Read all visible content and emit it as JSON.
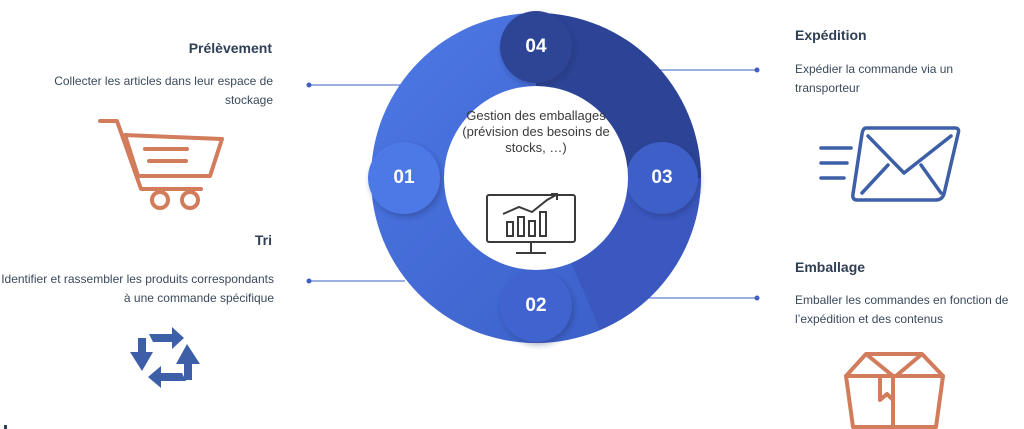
{
  "center": {
    "text": "Gestion des emballages (prévision des besoins de stocks, …)",
    "icon": "monitor-chart-icon"
  },
  "steps": {
    "s01": {
      "number": "01",
      "title": "Prélèvement",
      "description": "Collecter les articles dans leur espace de stockage",
      "icon": "shopping-cart-icon"
    },
    "s02": {
      "number": "02",
      "title": "Tri",
      "description": "Identifier et rassembler les produits correspondants à une commande spécifique",
      "icon": "recycle-arrows-icon"
    },
    "s03": {
      "number": "03",
      "title": "Emballage",
      "description": "Emballer les commandes en fonction de l’expédition et des contenus",
      "icon": "box-icon"
    },
    "s04": {
      "number": "04",
      "title": "Expédition",
      "description": "Expédier la commande via un transporteur",
      "icon": "envelope-icon"
    }
  },
  "colors": {
    "ring_light": "#4a74de",
    "ring_mid": "#3d5fc7",
    "ring_dark": "#2d4496",
    "icon_orange": "#d27c5c",
    "icon_blue": "#3d5fa8",
    "connector": "#3d5fc7"
  }
}
